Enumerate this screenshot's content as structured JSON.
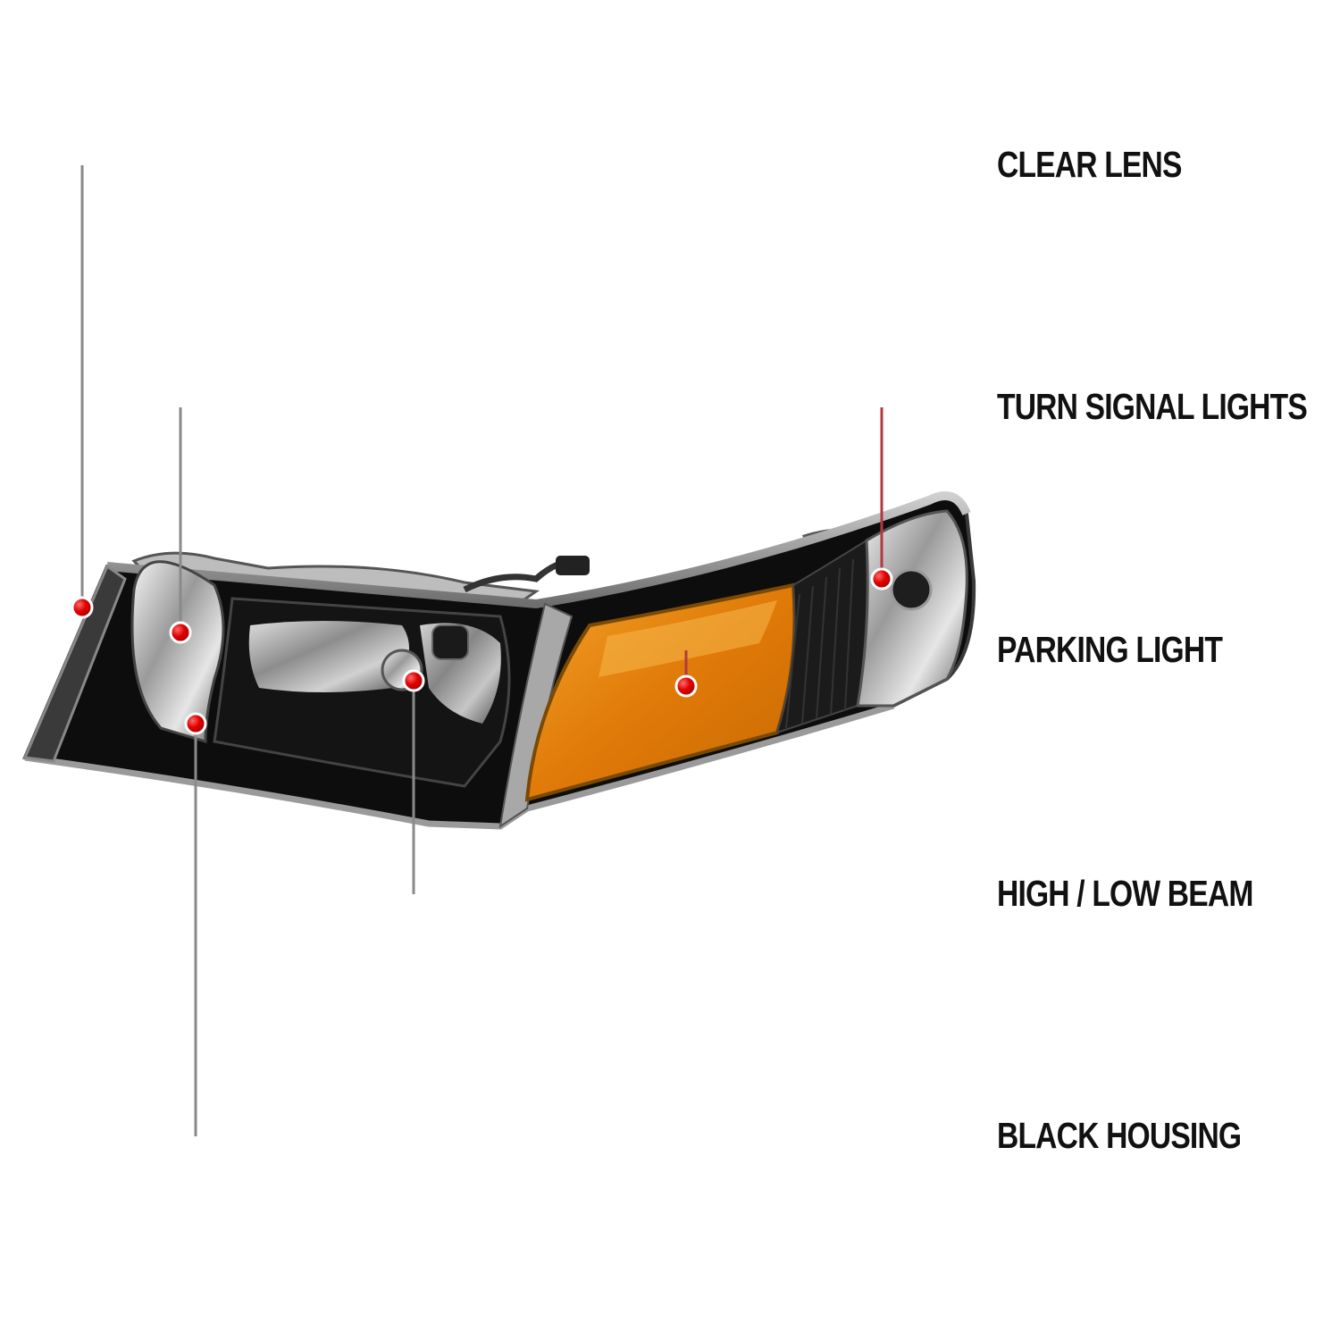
{
  "callouts": [
    {
      "id": "clear-lens",
      "label": "CLEAR LENS"
    },
    {
      "id": "turn-signal-lights",
      "label": "TURN SIGNAL LIGHTS"
    },
    {
      "id": "parking-light",
      "label": "PARKING LIGHT"
    },
    {
      "id": "high-low-beam",
      "label": "HIGH / LOW BEAM"
    },
    {
      "id": "black-housing",
      "label": "BLACK HOUSING"
    }
  ],
  "colors": {
    "leader_gray": "#8a8a8a",
    "leader_red": "#c8141e",
    "marker_red": "#e00000",
    "housing_black": "#0d0d0d",
    "amber_lens": "#e8860a",
    "label_text": "#111111"
  }
}
